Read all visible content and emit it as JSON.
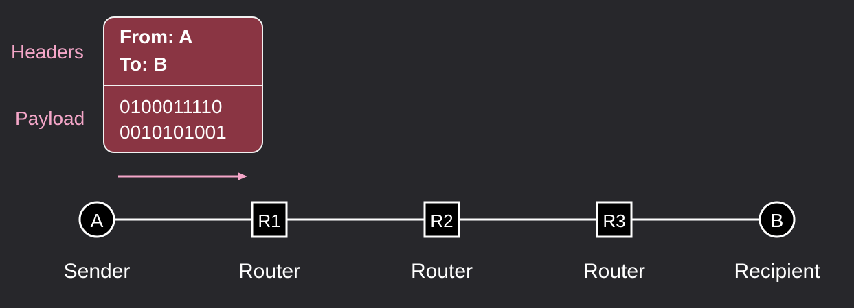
{
  "packet": {
    "headers_label": "Headers",
    "payload_label": "Payload",
    "header_lines": [
      "From: A",
      "To: B"
    ],
    "payload_lines": [
      "0100011110",
      "0010101001"
    ]
  },
  "nodes": [
    {
      "id": "A",
      "shape": "circle",
      "caption": "Sender"
    },
    {
      "id": "R1",
      "shape": "square",
      "caption": "Router"
    },
    {
      "id": "R2",
      "shape": "square",
      "caption": "Router"
    },
    {
      "id": "R3",
      "shape": "square",
      "caption": "Router"
    },
    {
      "id": "B",
      "shape": "circle",
      "caption": "Recipient"
    }
  ],
  "colors": {
    "background": "#27272b",
    "packet_fill": "#8a3543",
    "label_pink": "#f4a6c8",
    "line_white": "#ffffff"
  }
}
